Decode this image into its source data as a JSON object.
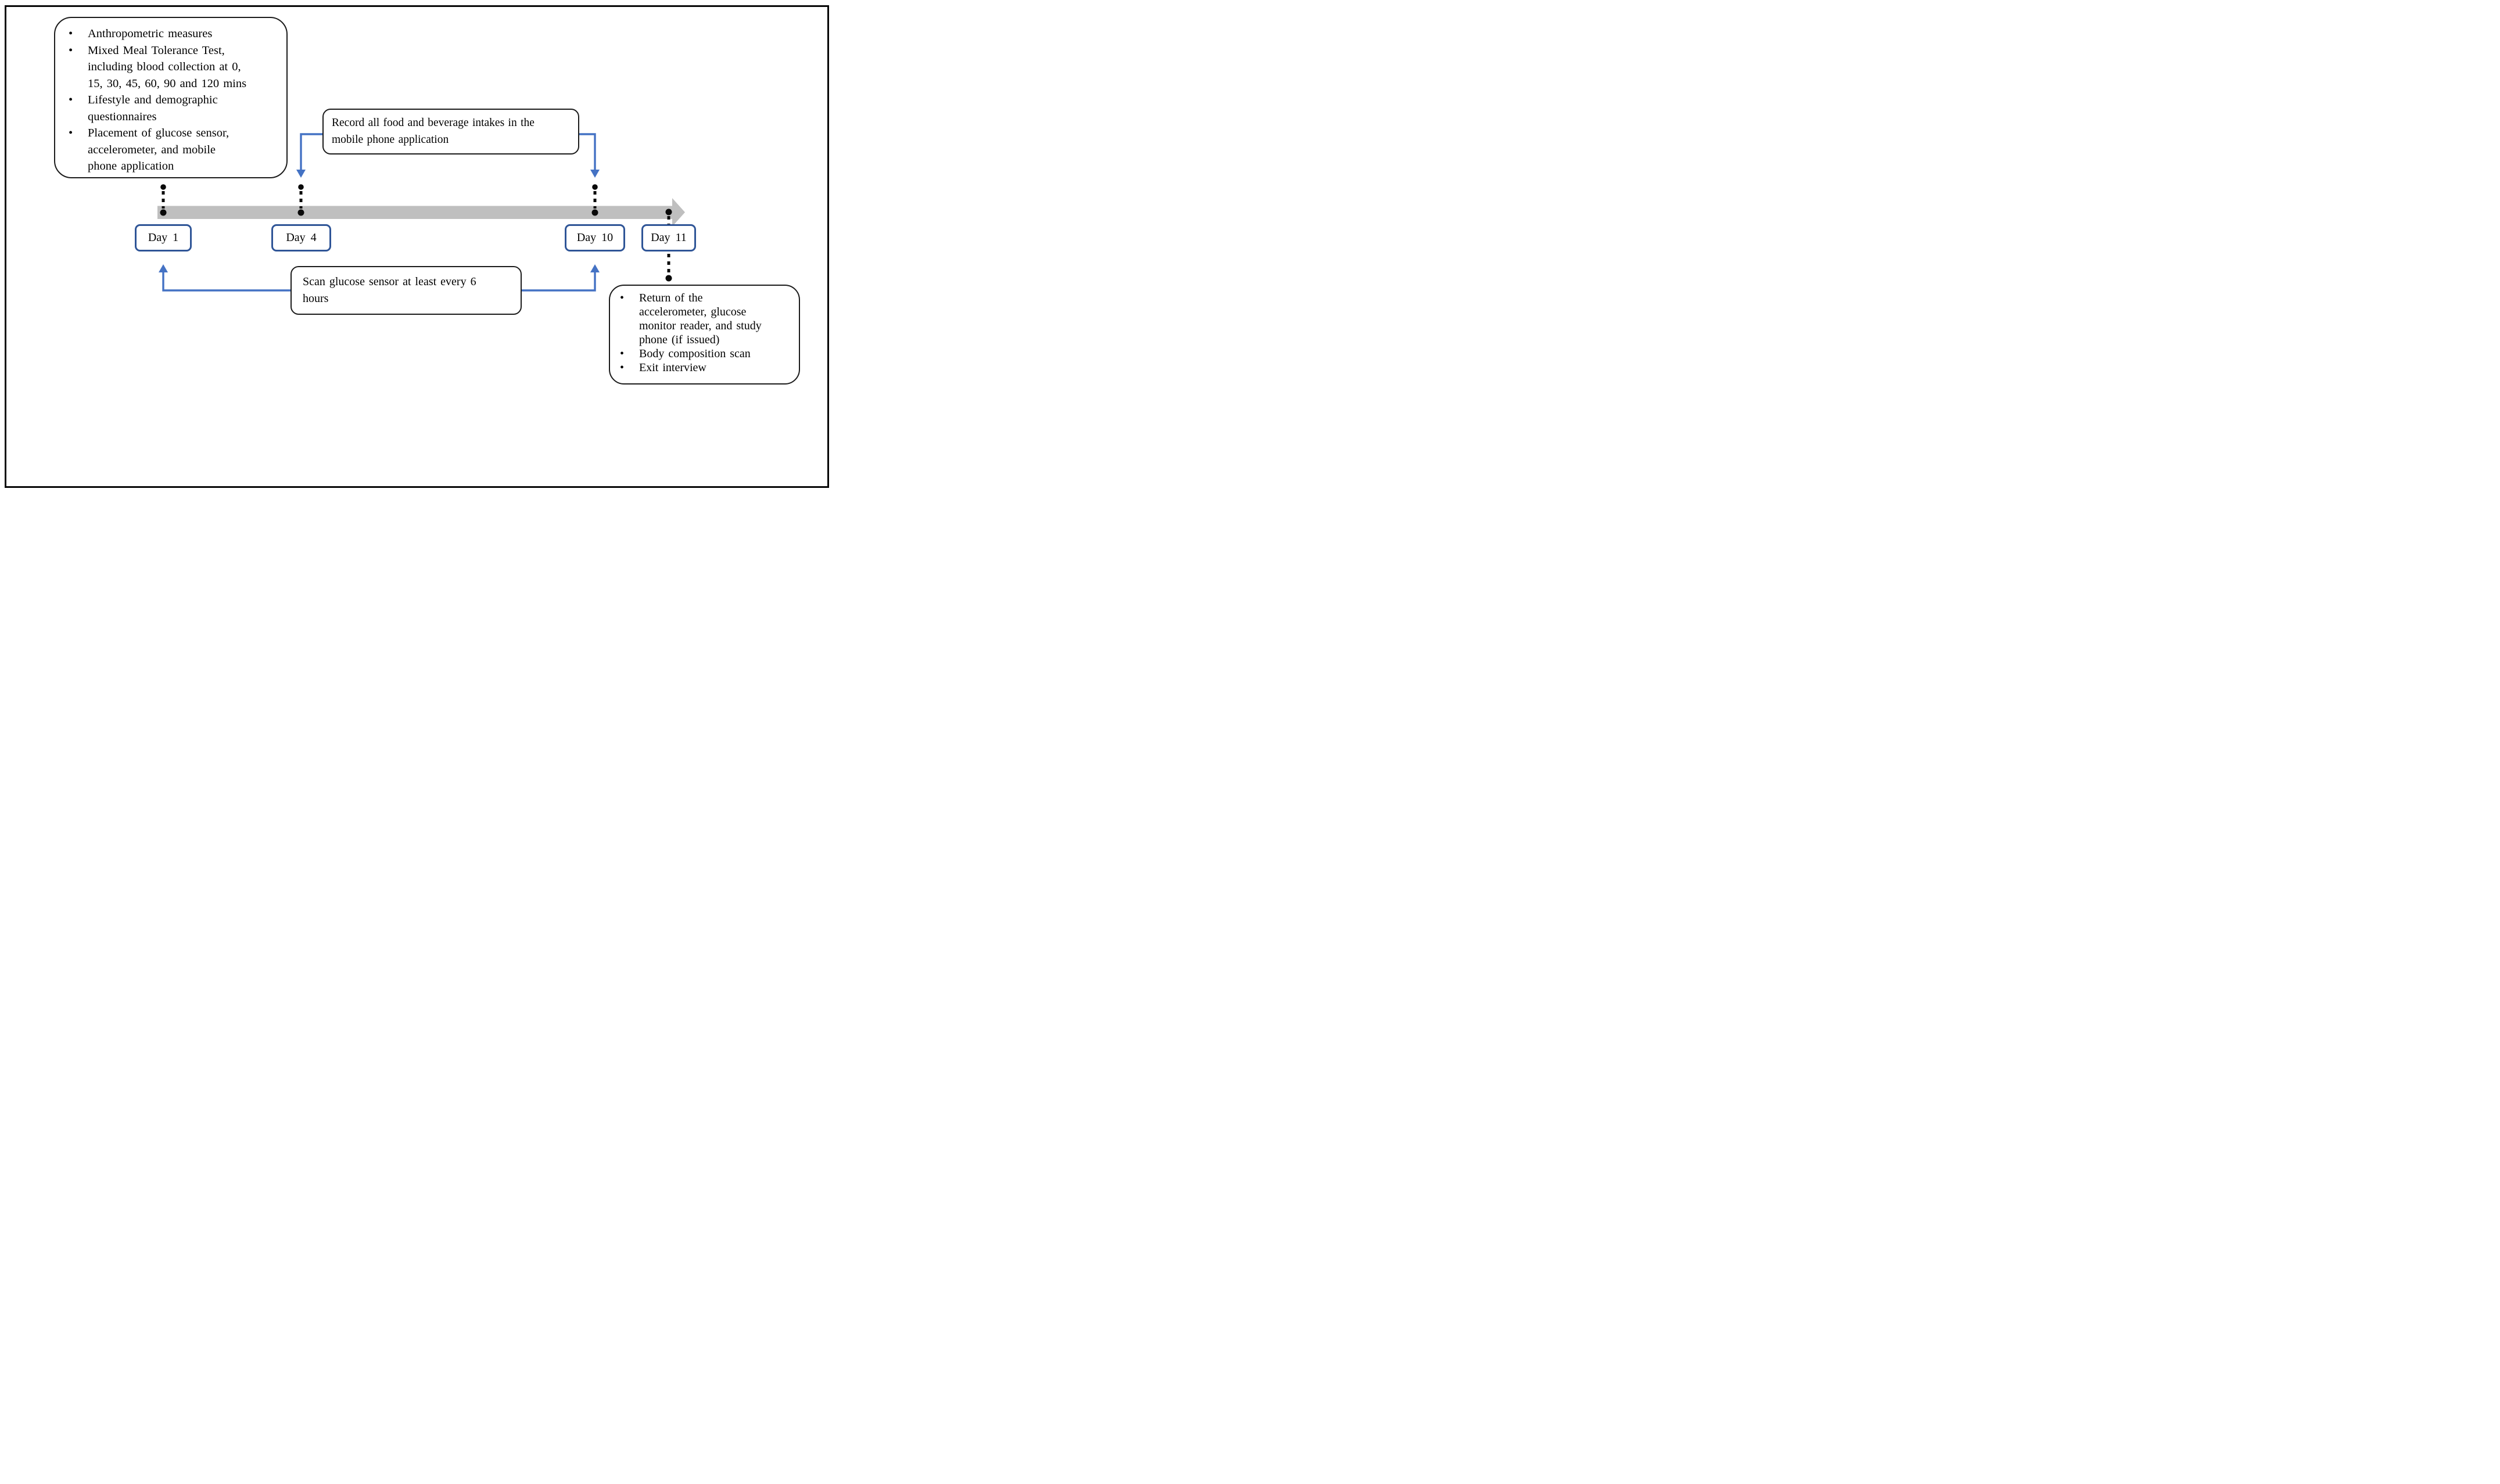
{
  "timeline": {
    "days": [
      {
        "label": "Day 1"
      },
      {
        "label": "Day 4"
      },
      {
        "label": "Day 10"
      },
      {
        "label": "Day 11"
      }
    ]
  },
  "callouts": {
    "day1_activities": {
      "bullets": [
        "Anthropometric measures",
        "Mixed Meal Tolerance Test,\nincluding blood collection at 0,\n15, 30, 45, 60, 90 and 120 mins",
        "Lifestyle and demographic\nquestionnaires",
        "Placement of glucose sensor,\naccelerometer, and mobile\nphone application"
      ]
    },
    "food_record": {
      "text": "Record all food and beverage intakes in the\nmobile phone application"
    },
    "glucose_scan": {
      "text": "Scan glucose sensor at least every 6\nhours"
    },
    "day11_activities": {
      "bullets": [
        "Return of the\naccelerometer, glucose\nmonitor reader, and study\nphone (if issued)",
        "Body composition scan",
        "Exit interview"
      ]
    }
  },
  "glyphs": {
    "bullet": "•"
  },
  "colors": {
    "connector_blue": "#4472C4",
    "day_box_border": "#2F5597",
    "timeline_gray": "#BFBFBF",
    "ink": "#000000"
  }
}
